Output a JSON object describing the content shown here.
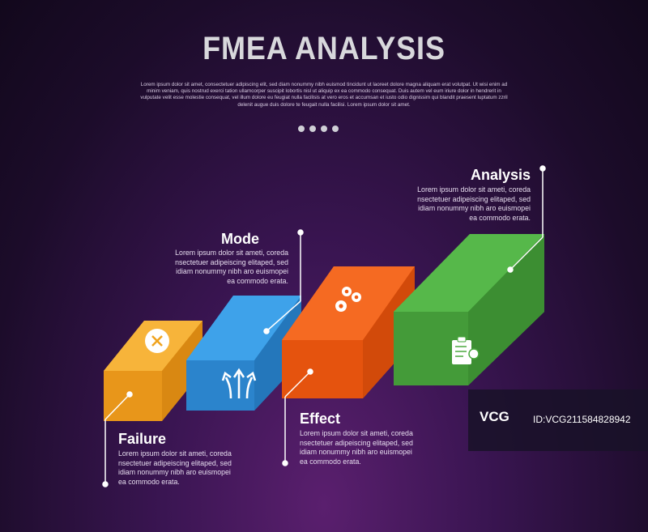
{
  "header": {
    "title": "FMEA ANALYSIS",
    "subtitle": "Lorem ipsum dolor sit amet, consectetuer adipiscing elit, sed diam nonummy nibh euismod tincidunt ut laoreet dolore magna aliquam erat volutpat. Ut wisi enim ad minim veniam, quis nostrud exerci tation ullamcorper suscipit lobortis nisl ut aliquip ex ea commodo consequat. Duis autem vel eum iriure dolor in hendrerit in vulputate velit esse molestie consequat, vel illum dolore eu feugiat nulla facilisis at vero eros et accumsan et iusto odio dignissim qui blandit praesent luptatum zzril delenit augue duis dolore te feugait nulla facilisi. Lorem ipsum dolor sit amet."
  },
  "steps": [
    {
      "label": "Failure",
      "desc": "Lorem ipsum dolor sit ameti, coreda nsectetuer adipeiscing elitaped, sed idiam nonummy nibh aro euismopei ea commodo erata.",
      "color": "#f0a31e",
      "icon": "close-circle-icon"
    },
    {
      "label": "Mode",
      "desc": "Lorem ipsum dolor sit ameti, coreda nsectetuer adipeiscing elitaped, sed idiam nonummy nibh aro euismopei ea commodo erata.",
      "color": "#2f8fd8",
      "icon": "split-arrows-icon"
    },
    {
      "label": "Effect",
      "desc": "Lorem ipsum dolor sit ameti, coreda nsectetuer adipeiscing elitaped, sed idiam nonummy nibh aro euismopei ea commodo erata.",
      "color": "#ef5b12",
      "icon": "gears-icon"
    },
    {
      "label": "Analysis",
      "desc": "Lorem ipsum dolor sit ameti, coreda nsectetuer adipeiscing elitaped, sed idiam nonummy nibh aro euismopei ea commodo erata.",
      "color": "#4aa83f",
      "icon": "clipboard-check-icon"
    }
  ],
  "watermark": {
    "logo": "VCG",
    "id": "ID:VCG211584828942"
  }
}
